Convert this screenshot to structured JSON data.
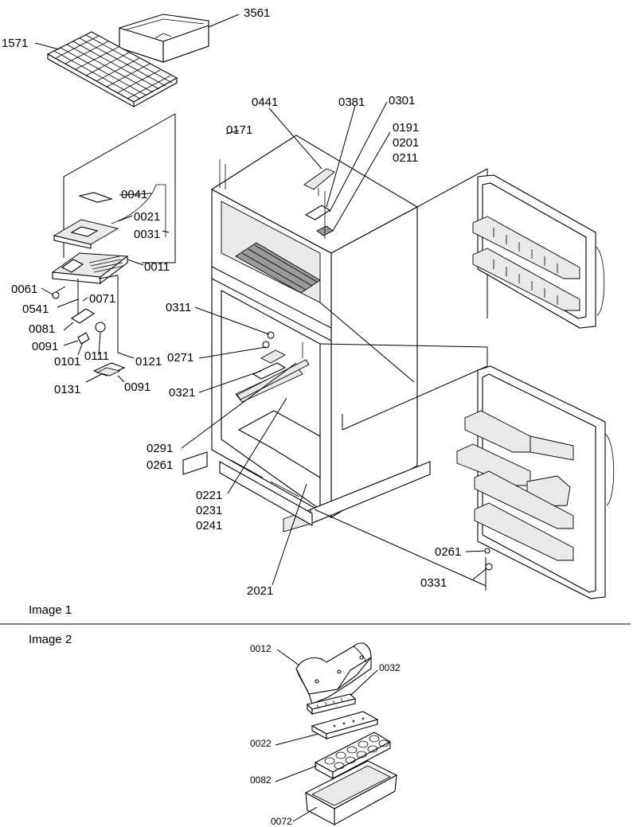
{
  "image1": {
    "caption": "Image 1",
    "labels": {
      "p3561": "3561",
      "p1571": "1571",
      "p0441": "0441",
      "p0381": "0381",
      "p0301": "0301",
      "p0171": "0171",
      "p0191": "0191",
      "p0201": "0201",
      "p0211": "0211",
      "p0041": "0041",
      "p0021": "0021",
      "p0031": "0031",
      "p0011": "0011",
      "p0061": "0061",
      "p0541": "0541",
      "p0071": "0071",
      "p0081": "0081",
      "p0091a": "0091",
      "p0101": "0101",
      "p0111": "0111",
      "p0121": "0121",
      "p0131": "0131",
      "p0091b": "0091",
      "p0311": "0311",
      "p0271": "0271",
      "p0321": "0321",
      "p0291": "0291",
      "p0261a": "0261",
      "p0221": "0221",
      "p0231": "0231",
      "p0241": "0241",
      "p2021": "2021",
      "p0261b": "0261",
      "p0331": "0331"
    }
  },
  "image2": {
    "caption": "Image 2",
    "labels": {
      "p0012": "0012",
      "p0032": "0032",
      "p0022": "0022",
      "p0082": "0082",
      "p0072": "0072"
    }
  }
}
